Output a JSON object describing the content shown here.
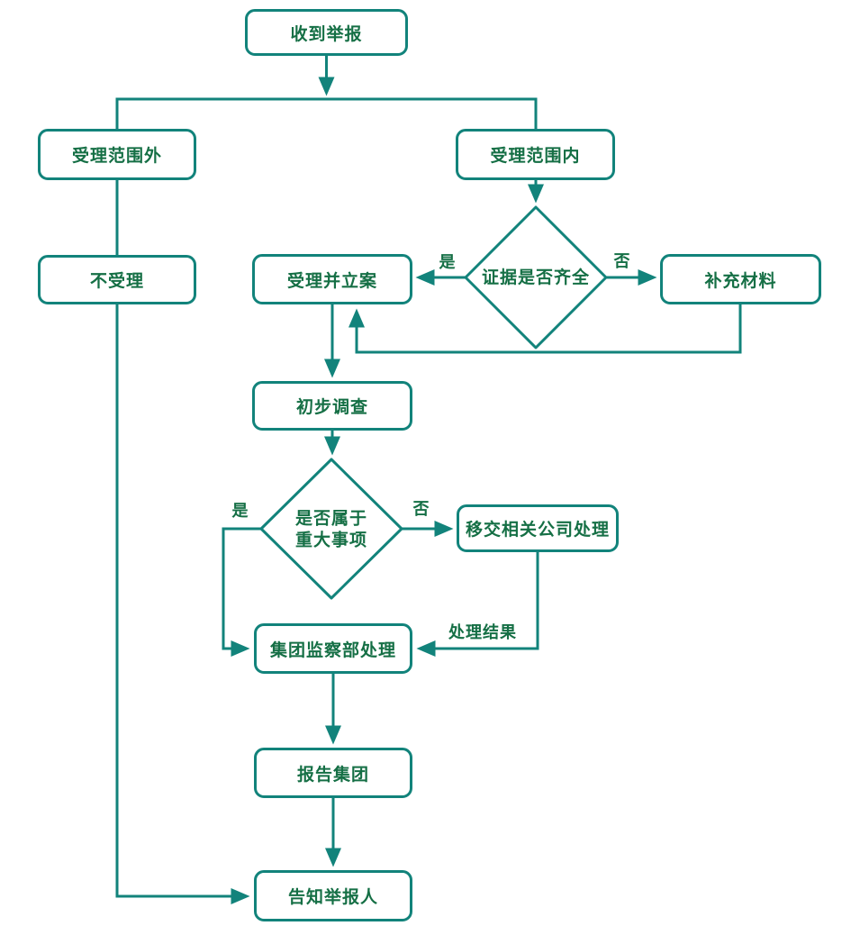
{
  "colors": {
    "line_teal": "#12837b",
    "text_green": "#156f45",
    "background": "#ffffff"
  },
  "nodes": {
    "receive": "收到举报",
    "out_scope": "受理范围外",
    "in_scope": "受理范围内",
    "reject": "不受理",
    "accept_file": "受理并立案",
    "supplement": "补充材料",
    "prelim": "初步调查",
    "transfer": "移交相关公司处理",
    "group_dept": "集团监察部处理",
    "report_group": "报告集团",
    "notify": "告知举报人"
  },
  "decisions": {
    "evidence": "证据是否齐全",
    "major": "是否属于\n重大事项"
  },
  "edge_labels": {
    "evidence_yes": "是",
    "evidence_no": "否",
    "major_yes": "是",
    "major_no": "否",
    "result": "处理结果"
  }
}
